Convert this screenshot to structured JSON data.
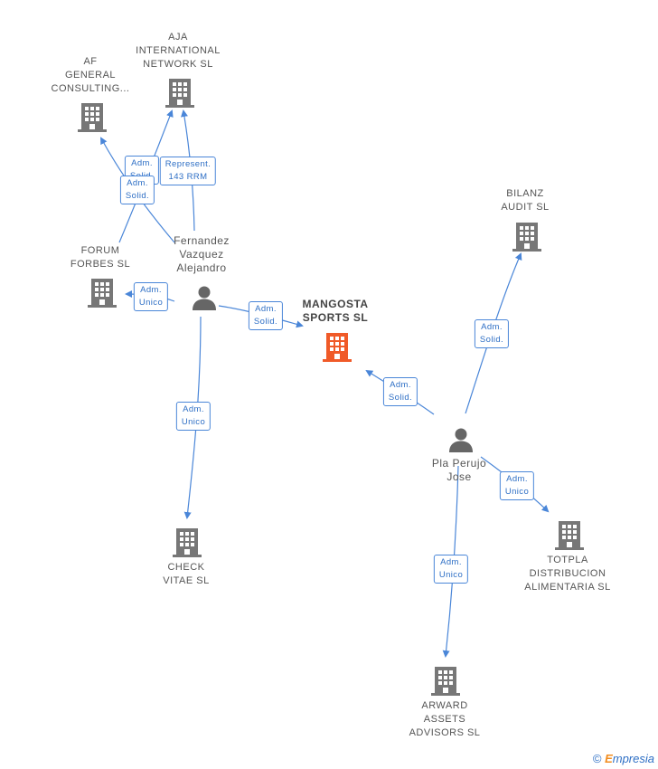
{
  "colors": {
    "edge": "#4a86d8",
    "company": "#777777",
    "company_main": "#f05a28",
    "person": "#666666"
  },
  "companies": [
    {
      "id": "af",
      "label": "AF\nGENERAL\nCONSULTING..."
    },
    {
      "id": "aja",
      "label": "AJA\nINTERNATIONAL\nNETWORK  SL"
    },
    {
      "id": "forum",
      "label": "FORUM\nFORBES SL"
    },
    {
      "id": "bilanz",
      "label": "BILANZ\nAUDIT SL"
    },
    {
      "id": "mangosta",
      "label": "MANGOSTA\nSPORTS  SL"
    },
    {
      "id": "check",
      "label": "CHECK\nVITAE  SL"
    },
    {
      "id": "totpla",
      "label": "TOTPLA\nDISTRIBUCION\nALIMENTARIA SL"
    },
    {
      "id": "arward",
      "label": "ARWARD\nASSETS\nADVISORS  SL"
    }
  ],
  "persons": [
    {
      "id": "fernandez",
      "label": "Fernandez\nVazquez\nAlejandro"
    },
    {
      "id": "pla",
      "label": "Pla Perujo\nJose"
    }
  ],
  "relations": [
    {
      "id": "r-fern-af",
      "label": "Adm.\nSolid."
    },
    {
      "id": "r-fern-aja-adm",
      "label": "Adm.\nSolid."
    },
    {
      "id": "r-fern-aja-rep",
      "label": "Represent.\n143 RRM"
    },
    {
      "id": "r-fern-forum",
      "label": "Adm.\nUnico"
    },
    {
      "id": "r-fern-mangosta",
      "label": "Adm.\nSolid."
    },
    {
      "id": "r-fern-check",
      "label": "Adm.\nUnico"
    },
    {
      "id": "r-pla-mangosta",
      "label": "Adm.\nSolid."
    },
    {
      "id": "r-pla-bilanz",
      "label": "Adm.\nSolid."
    },
    {
      "id": "r-pla-totpla",
      "label": "Adm.\nUnico"
    },
    {
      "id": "r-pla-arward",
      "label": "Adm.\nUnico"
    }
  ],
  "footer": {
    "copyright": "©",
    "brand_first": "E",
    "brand_rest": "mpresia"
  }
}
